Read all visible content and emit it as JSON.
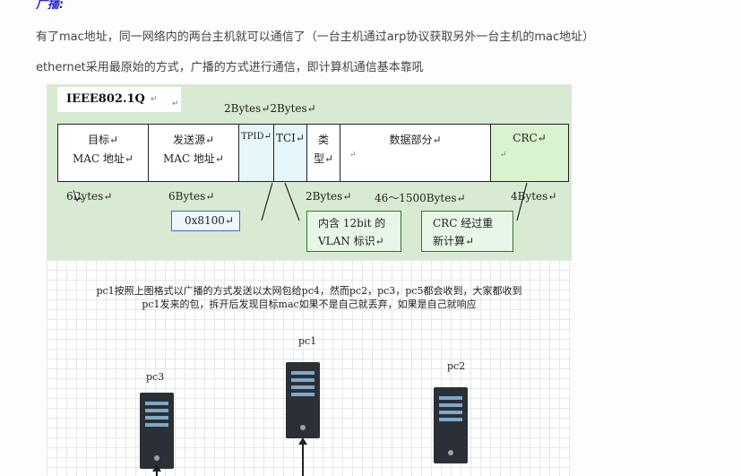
{
  "heading": "广播:",
  "paragraph1": "有了mac地址，同一网络内的两台主机就可以通信了（一台主机通过arp协议获取另外一台主机的mac地址）",
  "paragraph2": "ethernet采用最原始的方式，广播的方式进行通信，即计算机通信基本靠吼",
  "frame": {
    "title": "IEEE802.1Q",
    "para_mark": "↵",
    "top_label": "2Bytes↵2Bytes↵",
    "cells": [
      {
        "line1": "目标↵",
        "line2": "MAC 地址↵"
      },
      {
        "line1": "发送源↵",
        "line2": "MAC 地址↵"
      },
      {
        "line1": "TPID↵",
        "line2": ""
      },
      {
        "line1": "TCI↵",
        "line2": ""
      },
      {
        "line1": "类",
        "line2": "型↵"
      },
      {
        "line1": "数据部分↵",
        "line2": "↵"
      },
      {
        "line1": "CRC↵",
        "line2": "↵"
      }
    ],
    "sizes": [
      "6Bytes↵",
      "6Bytes↵",
      "2Bytes↵",
      "46～1500Bytes↵",
      "4Bytes↵"
    ],
    "tpid_value": "0x8100↵",
    "tci_note": [
      "内含 12bit 的",
      "VLAN 标识↵"
    ],
    "crc_note": [
      "CRC 经过重",
      "新计算↵"
    ],
    "colors": {
      "frame_bg": "#d9ead3",
      "tpid_fill": "#e6f7fb",
      "crc_fill": "#d9f2d0"
    }
  },
  "lower": {
    "note_line1": "pc1按照上图格式以广播的方式发送以太网包给pc4，然而pc2，pc3，pc5都会收到，大家都收到",
    "note_line2": "pc1发来的包，拆开后发现目标mac如果不是自己就丢弃，如果是自己就响应",
    "pcs": [
      {
        "label": "pc3",
        "icon": "server-tower-icon"
      },
      {
        "label": "pc1",
        "icon": "server-tower-icon"
      },
      {
        "label": "pc2",
        "icon": "server-tower-icon"
      }
    ]
  }
}
